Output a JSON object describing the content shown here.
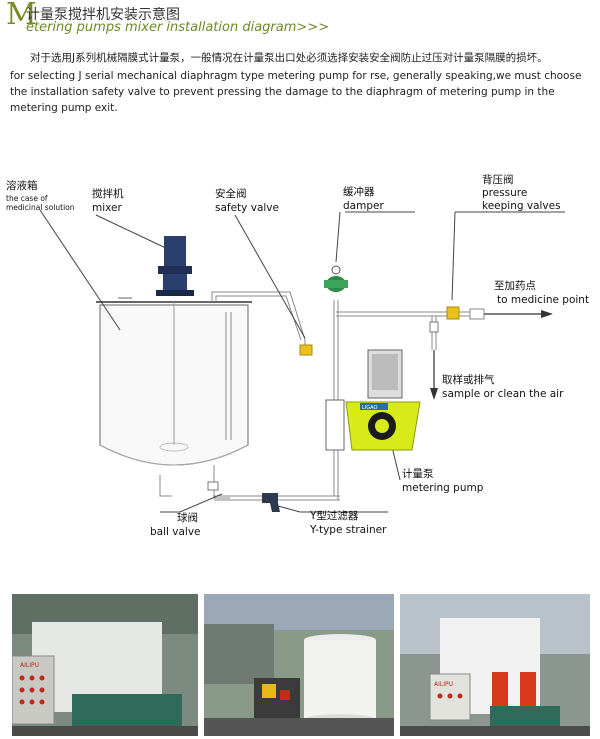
{
  "header": {
    "big_letter": "M",
    "title_cn": "计量泵搅拌机安装示意图",
    "title_en": "etering pumps mixer installation diagram",
    "arrows": ">>>"
  },
  "intro": {
    "cn": "对于选用J系列机械隔膜式计量泵，一般情况在计量泵出口处必须选择安装安全阀防止过压对计量泵隔膜的损坏。",
    "en": "for selecting J serial mechanical diaphragm  type metering pump for rse,  generally speaking,we must choose the installation   safety valve to prevent  pressing the damage to the diaphragm of metering pump in the  metering pump exit."
  },
  "labels": {
    "tank_cn": "溶液箱",
    "tank_en1": "the case of",
    "tank_en2": "medicinal solution",
    "mixer_cn": "搅拌机",
    "mixer_en": "mixer",
    "safety_cn": "安全阀",
    "safety_en": "safety valve",
    "damper_cn": "缓冲器",
    "damper_en": "damper",
    "pressure_cn": "背压阀",
    "pressure_en1": "pressure",
    "pressure_en2": "keeping valves",
    "medpoint_cn": "至加药点",
    "medpoint_en": "to medicine point",
    "sample_cn": "取样或排气",
    "sample_en": "sample or clean the air",
    "pump_cn": "计量泵",
    "pump_en": "metering pump",
    "ball_cn": "球阀",
    "ball_en": "ball valve",
    "strainer_cn": "Y型过滤器",
    "strainer_en": "Y-type strainer",
    "pump_badge": "LIGAO",
    "cabinet_badge1": "AILIPU",
    "cabinet_badge2": "AILIPU"
  },
  "colors": {
    "accent": "#7a8a2a",
    "pump_green": "#d8ea1a",
    "valve_yellow": "#e8c21a",
    "pipe": "#555555"
  }
}
